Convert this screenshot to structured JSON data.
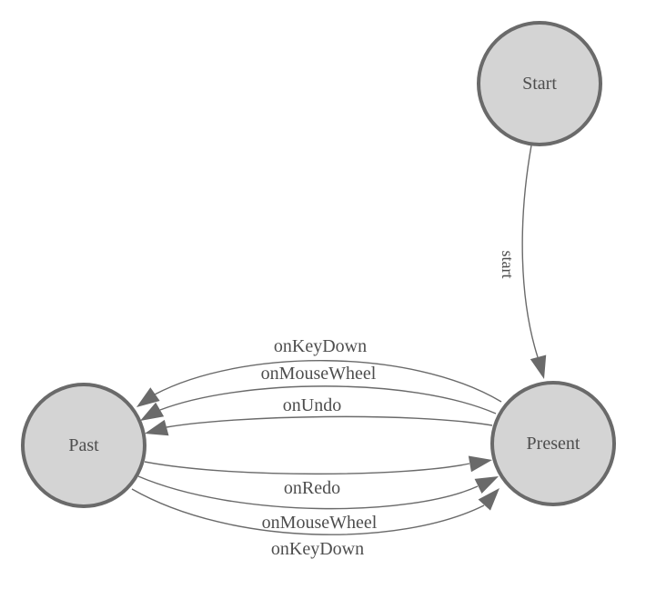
{
  "diagram": {
    "type": "state-machine-graph",
    "colors": {
      "background": "#ffffff",
      "node_fill": "#d4d4d4",
      "node_stroke": "#6a6a6a",
      "edge_stroke": "#6a6a6a",
      "arrowhead": "#6a6a6a",
      "label_text": "#4e4e4e"
    },
    "nodes": [
      {
        "id": "start",
        "label": "Start"
      },
      {
        "id": "present",
        "label": "Present"
      },
      {
        "id": "past",
        "label": "Past"
      }
    ],
    "edges": [
      {
        "from": "Start",
        "to": "Present",
        "label": "start"
      },
      {
        "from": "Present",
        "to": "Past",
        "label": "onKeyDown"
      },
      {
        "from": "Present",
        "to": "Past",
        "label": "onMouseWheel"
      },
      {
        "from": "Present",
        "to": "Past",
        "label": "onUndo"
      },
      {
        "from": "Past",
        "to": "Present",
        "label": "onRedo"
      },
      {
        "from": "Past",
        "to": "Present",
        "label": "onMouseWheel"
      },
      {
        "from": "Past",
        "to": "Present",
        "label": "onKeyDown"
      }
    ]
  }
}
